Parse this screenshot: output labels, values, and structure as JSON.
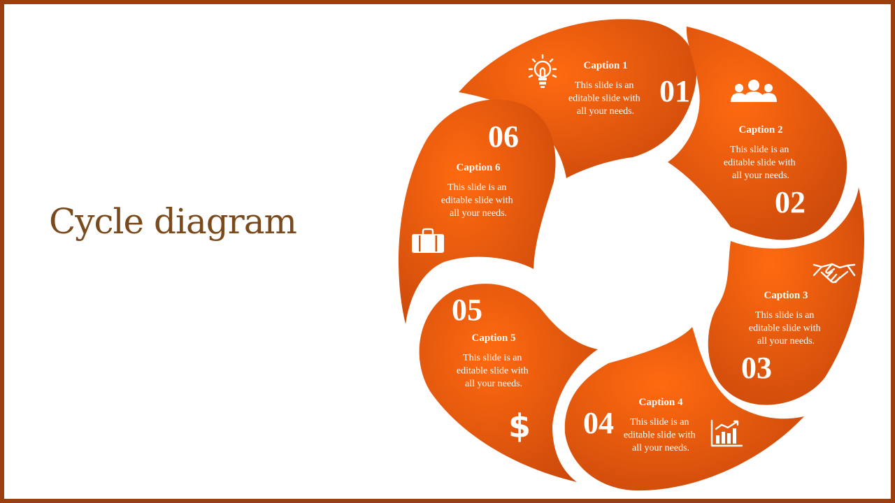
{
  "title": "Cycle diagram",
  "colors": {
    "frame": "#9a3f0d",
    "segment_light": "#ff6a10",
    "segment_dark": "#c9480b",
    "title": "#7a4a1c"
  },
  "segments": [
    {
      "number": "01",
      "caption": "Caption 1",
      "lines": [
        "This slide is an",
        "editable slide with",
        "all your needs."
      ],
      "icon": "lightbulb-icon"
    },
    {
      "number": "02",
      "caption": "Caption 2",
      "lines": [
        "This slide is an",
        "editable slide with",
        "all your needs."
      ],
      "icon": "people-icon"
    },
    {
      "number": "03",
      "caption": "Caption 3",
      "lines": [
        "This slide is an",
        "editable slide with",
        "all your needs."
      ],
      "icon": "handshake-icon"
    },
    {
      "number": "04",
      "caption": "Caption 4",
      "lines": [
        "This slide is an",
        "editable slide with",
        "all your needs."
      ],
      "icon": "bar-chart-icon"
    },
    {
      "number": "05",
      "caption": "Caption 5",
      "lines": [
        "This slide is an",
        "editable slide with",
        "all your needs."
      ],
      "icon": "dollar-icon"
    },
    {
      "number": "06",
      "caption": "Caption 6",
      "lines": [
        "This slide is an",
        "editable slide with",
        "all your needs."
      ],
      "icon": "briefcase-icon"
    }
  ]
}
